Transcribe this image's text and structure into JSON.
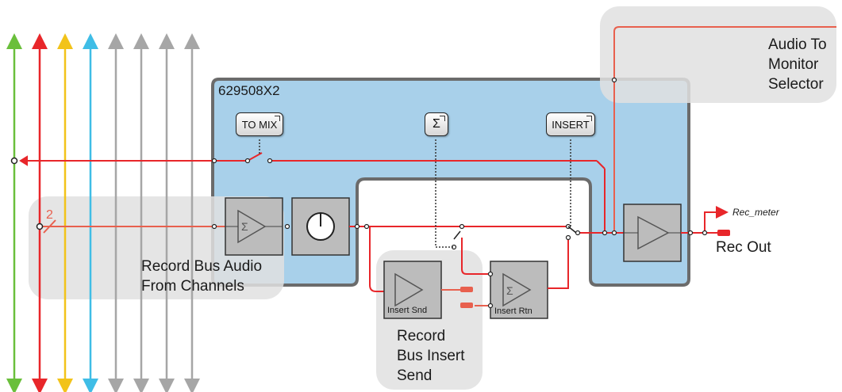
{
  "module": {
    "title": "629508X2"
  },
  "buttons": {
    "to_mix": "TO MIX",
    "sum": "Σ",
    "insert": "INSERT"
  },
  "callouts": {
    "monitor": "Audio To\nMonitor\nSelector",
    "record_bus": "Record Bus Audio\nFrom Channels",
    "insert_send": "Record\nBus Insert\nSend"
  },
  "labels": {
    "insert_snd": "Insert Snd",
    "insert_rtn": "Insert Rtn",
    "rec_meter": "Rec_meter",
    "rec_out": "Rec Out",
    "bus_count": "2"
  },
  "colors": {
    "module_fill": "#a8d0ea",
    "module_border": "#6b6b6b",
    "signal_red": "#e8262a",
    "insert_line": "#e8604e",
    "bus_green": "#6abf3b",
    "bus_red": "#e8262a",
    "bus_yellow": "#f2c31a",
    "bus_cyan": "#3fbde6",
    "bus_gray": "#a6a6a6",
    "callout_bg": "#e0e0e0"
  }
}
